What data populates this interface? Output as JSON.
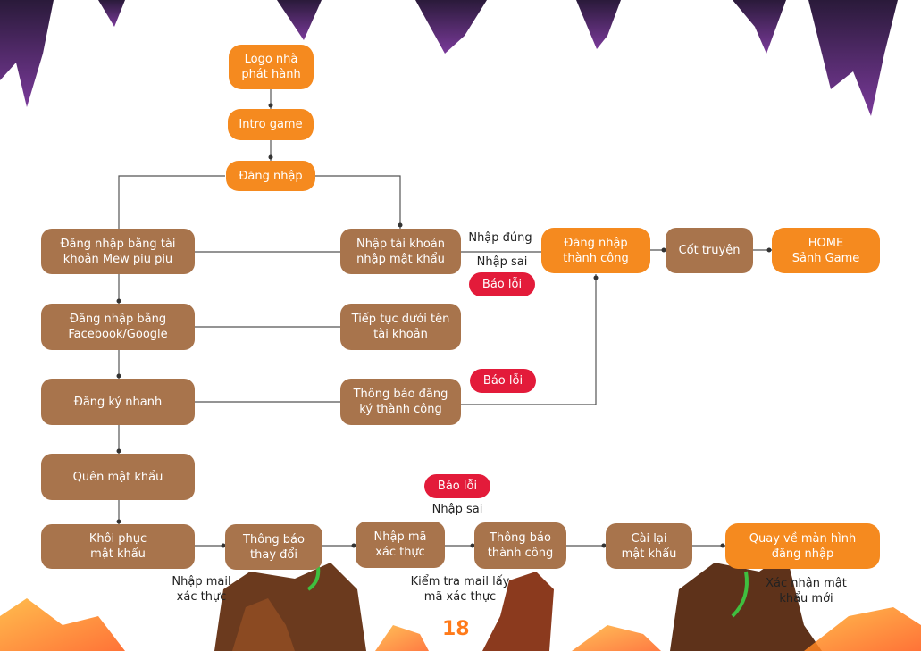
{
  "nodes": {
    "logo": "Logo nhà\nphát hành",
    "intro": "Intro game",
    "login": "Đăng nhập",
    "login_mew": "Đăng nhập bằng tài\nkhoản Mew piu piu",
    "enter_account": "Nhập tài khoản\nnhập mật khẩu",
    "login_success": "Đăng nhập\nthành công",
    "story": "Cốt truyện",
    "home": "HOME\nSảnh Game",
    "login_fb": "Đăng nhập bằng\nFacebook/Google",
    "continue_account": "Tiếp tục dưới tên\ntài khoản",
    "quick_register": "Đăng ký nhanh",
    "register_notice": "Thông báo đăng\nký thành công",
    "forgot_password": "Quên mật khẩu",
    "recover_password": "Khôi phục\nmật khẩu",
    "change_notice": "Thông báo\nthay đổi",
    "enter_code": "Nhập mã\nxác thực",
    "success_notice": "Thông báo\nthành công",
    "reset_password": "Cài lại\nmật khẩu",
    "back_to_login": "Quay về màn hình\nđăng nhập"
  },
  "errors": {
    "err1": "Báo lỗi",
    "err2": "Báo lỗi",
    "err3": "Báo lỗi"
  },
  "labels": {
    "correct": "Nhập đúng",
    "wrong1": "Nhập sai",
    "wrong2": "Nhập sai",
    "enter_mail": "Nhập mail\nxác thực",
    "check_mail": "Kiểm tra mail lấy\nmã xác thực",
    "confirm_new": "Xác nhận mật\nkhẩu mới"
  },
  "page_number": "18",
  "colors": {
    "orange": "#f58a1f",
    "brown": "#a8744c",
    "error_red": "#e31b3a",
    "connector": "#555555"
  }
}
